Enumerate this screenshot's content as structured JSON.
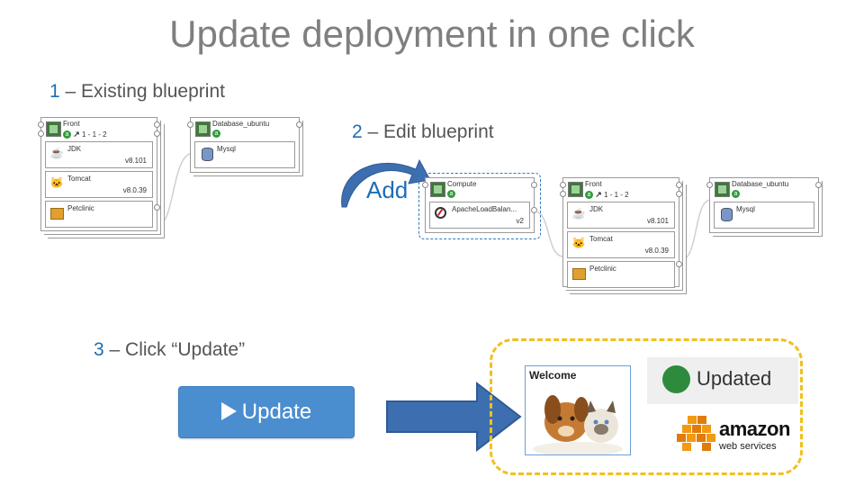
{
  "title": "Update deployment in one click",
  "steps": [
    {
      "num": "1",
      "text": " – Existing blueprint"
    },
    {
      "num": "2",
      "text": " – Edit blueprint"
    },
    {
      "num": "3",
      "text": " – Click  “Update”"
    }
  ],
  "add_label": "Add",
  "blueprint1": {
    "front": {
      "name": "Front",
      "badge": "a",
      "scale": "1 - 1 - 2",
      "components": [
        {
          "name": "JDK",
          "version": "v8.101",
          "icon": "java-icon"
        },
        {
          "name": "Tomcat",
          "version": "v8.0.39",
          "icon": "tomcat-icon"
        },
        {
          "name": "Petclinic",
          "version": "",
          "icon": "package-icon"
        }
      ]
    },
    "database": {
      "name": "Database_ubuntu",
      "badge": "a",
      "components": [
        {
          "name": "Mysql",
          "version": "",
          "icon": "database-icon"
        }
      ]
    }
  },
  "blueprint2": {
    "compute": {
      "name": "Compute",
      "badge": "a",
      "components": [
        {
          "name": "ApacheLoadBalan...",
          "version": "v2",
          "icon": "compass-icon"
        }
      ]
    },
    "front": {
      "name": "Front",
      "badge": "a",
      "scale": "1 - 1 - 2",
      "components": [
        {
          "name": "JDK",
          "version": "v8.101",
          "icon": "java-icon"
        },
        {
          "name": "Tomcat",
          "version": "v8.0.39",
          "icon": "tomcat-icon"
        },
        {
          "name": "Petclinic",
          "version": "",
          "icon": "package-icon"
        }
      ]
    },
    "database": {
      "name": "Database_ubuntu",
      "badge": "a",
      "components": [
        {
          "name": "Mysql",
          "version": "",
          "icon": "database-icon"
        }
      ]
    }
  },
  "update_button": {
    "label": "Update",
    "icon": "play-icon"
  },
  "result": {
    "welcome": "Welcome",
    "status": "Updated",
    "status_color": "#2e8b3e",
    "aws_name": "amazon",
    "aws_sub": "web services"
  },
  "colors": {
    "title": "#7f7f7f",
    "step_number": "#1f6db4",
    "button": "#4a8ed0",
    "arrow": "#3d6fb0",
    "dashed_border": "#f0c020"
  }
}
